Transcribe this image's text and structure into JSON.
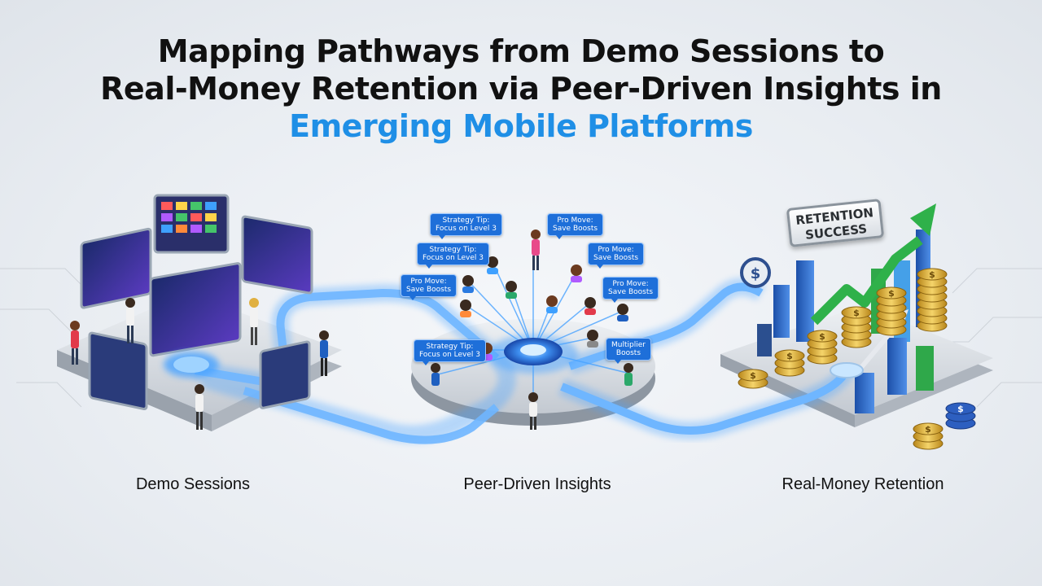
{
  "title": {
    "line1": "Mapping Pathways from Demo Sessions to",
    "line2": "Real-Money Retention via Peer-Driven Insights in",
    "line3": "Emerging Mobile Platforms"
  },
  "stages": [
    {
      "label": "Demo Sessions"
    },
    {
      "label": "Peer-Driven Insights"
    },
    {
      "label": "Real-Money Retention"
    }
  ],
  "bubbles": [
    {
      "line1": "Strategy Tip:",
      "line2": "Focus on Level 3"
    },
    {
      "line1": "Pro Move:",
      "line2": "Save Boosts"
    },
    {
      "line1": "Strategy Tip:",
      "line2": "Focus on Level 3"
    },
    {
      "line1": "Pro Move:",
      "line2": "Save Boosts"
    },
    {
      "line1": "Pro Move:",
      "line2": "Save Boosts"
    },
    {
      "line1": "Pro Move:",
      "line2": "Save Boosts"
    },
    {
      "line1": "Strategy Tip:",
      "line2": "Focus on Level 3"
    },
    {
      "line1": "Multiplier",
      "line2": "Boosts"
    }
  ],
  "badge": {
    "line1": "RETENTION",
    "line2": "SUCCESS"
  },
  "colors": {
    "accent": "#1f8fe6",
    "path_glow": "#4aa3ff",
    "platform": "#c9ced6",
    "coin": "#e2b53a",
    "bar_blue": "#2d6fd0",
    "bar_green": "#2fa84a",
    "arrow_green": "#2fb14a"
  },
  "icons": [
    "dollar-coin-icon",
    "growth-arrow-icon",
    "game-screen-icon",
    "person-icon"
  ]
}
